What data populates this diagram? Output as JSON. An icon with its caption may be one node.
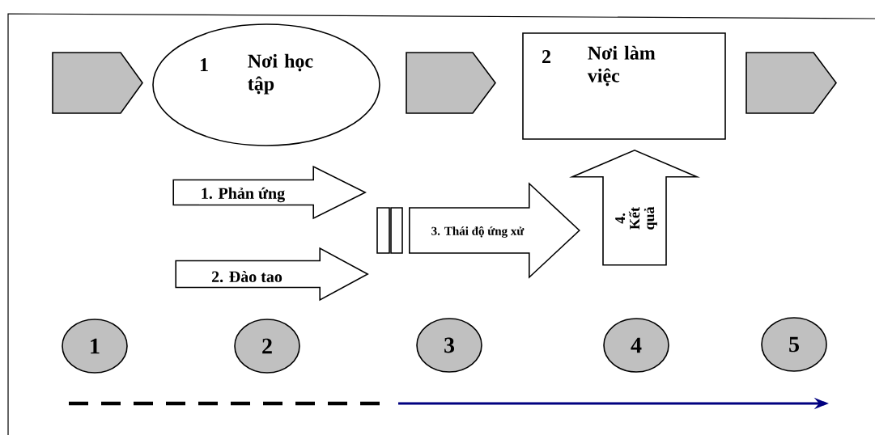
{
  "diagram": {
    "nodes": [
      {
        "text": [],
        "shape": "chevron"
      },
      {
        "text": [
          "1",
          "Nơi học tập"
        ]
      },
      {
        "text": [],
        "shape": "chevron"
      },
      {
        "text": [
          "2",
          "Nơi làm việc"
        ]
      },
      {
        "text": [],
        "shape": "chevron"
      },
      {
        "text": [],
        "shape": "bar"
      },
      {
        "text": [],
        "shape": "bar"
      },
      {
        "text": [
          "1"
        ]
      },
      {
        "text": [
          "2"
        ]
      },
      {
        "text": [
          "3"
        ]
      },
      {
        "text": [
          "4"
        ]
      },
      {
        "text": [
          "5"
        ]
      }
    ],
    "edges": [
      {
        "from": null,
        "to": 5,
        "arrow": "to",
        "label": "1. Phản ứng"
      },
      {
        "from": null,
        "to": 5,
        "arrow": "to",
        "label": "2. Đào tao"
      },
      {
        "from": 6,
        "to": null,
        "arrow": "to",
        "label": "3. Thái độ ứng xử"
      },
      {
        "from": null,
        "to": 3,
        "arrow": "to",
        "label": "4. Kết quả"
      }
    ]
  }
}
